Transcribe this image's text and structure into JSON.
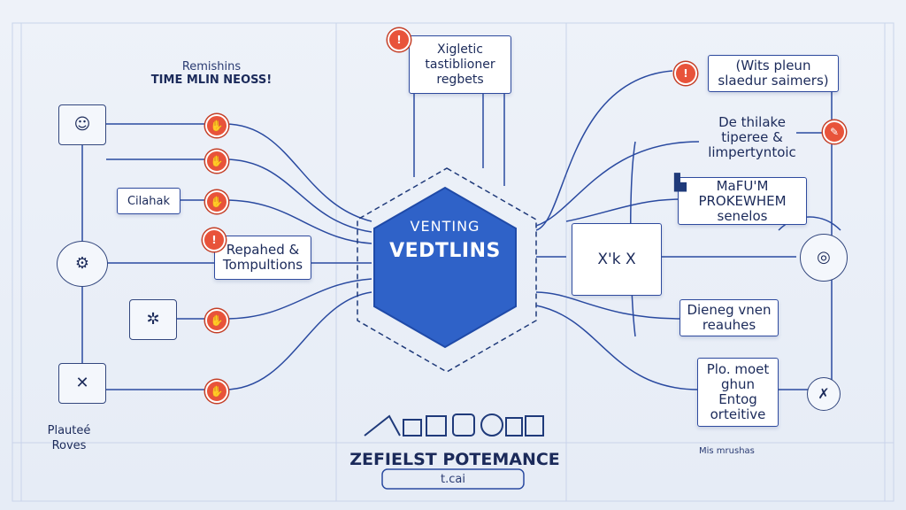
{
  "colors": {
    "accent": "#2f62c8",
    "line": "#2a4aa0",
    "badge": "#e8533a",
    "bg": "#eef2f9"
  },
  "left_title": {
    "line1": "Remishins",
    "line2": "TIME MLIN NEOSS!"
  },
  "left_box_1": "Cilahak",
  "left_box_2": "Repahed &\nTompultions",
  "top_box": "Xigletic\ntastiblioner\nregbets",
  "center": {
    "line1": "VENTING",
    "line2": "VEDTLINS"
  },
  "middle_right_box": "X'k X",
  "right_boxes": {
    "r1": "(Wits pleun\nslaedur saimers)",
    "r2": "De thilake\ntiperee &\nlimpertyntoic",
    "r3": "MaFU'M\nPROKEWHEM\nsenelos",
    "r4": "Dieneg vnen\nreauhes",
    "r5": "Plo. moet\nghun\nEntog\norteitive"
  },
  "right_bottom_label": "Mis mrushas",
  "left_bottom_label": "Plauteé\nRoves",
  "bottom": {
    "title": "ZEFIELST POTEMANCE",
    "subtitle": "t.cai"
  },
  "icons": {
    "left_icons": [
      "face-icon",
      "gear-icon",
      "network-icon",
      "x-box-icon"
    ],
    "badges": [
      "hand-icon",
      "hand-icon",
      "hand-icon",
      "hand-icon",
      "hand-icon"
    ],
    "right_icons": [
      "target-icon",
      "pen-cross-icon"
    ]
  }
}
